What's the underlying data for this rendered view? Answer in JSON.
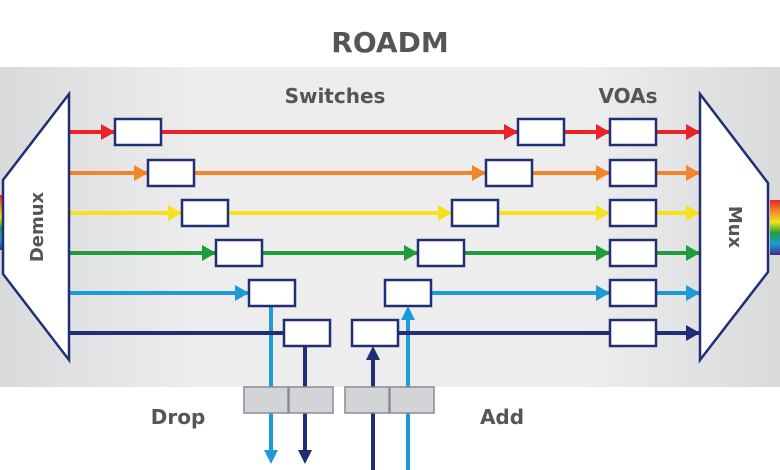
{
  "title": "ROADM",
  "labels": {
    "switches": "Switches",
    "voas": "VOAs",
    "demux": "Demux",
    "mux": "Mux",
    "drop": "Drop",
    "add": "Add"
  },
  "channels": [
    {
      "color": "#e8232a"
    },
    {
      "color": "#f2852a"
    },
    {
      "color": "#f6e21c"
    },
    {
      "color": "#1f9d3c"
    },
    {
      "color": "#1e9ad6"
    },
    {
      "color": "#1f2f74"
    }
  ],
  "colors": {
    "panel": "#e9e9ea",
    "box_border": "#1f2f74",
    "port_fill": "#d3d4d8",
    "text": "#555555"
  }
}
